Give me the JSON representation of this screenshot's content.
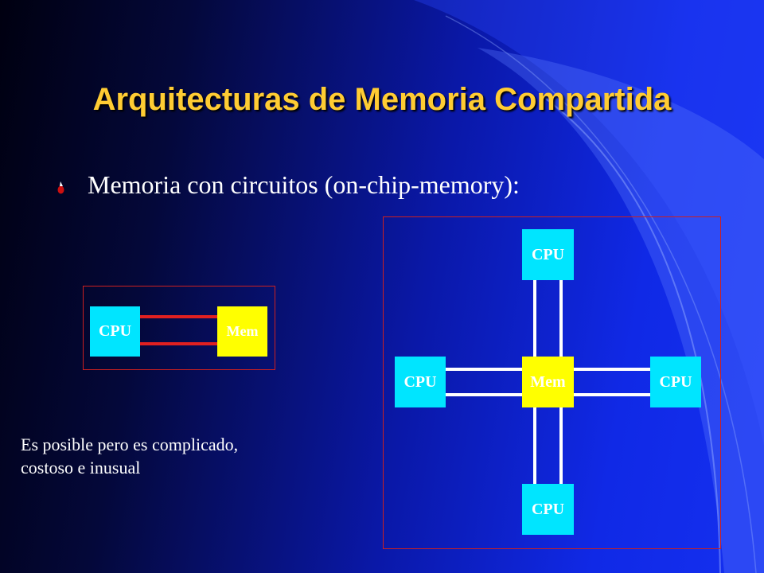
{
  "slide": {
    "title": "Arquitecturas de Memoria Compartida",
    "bullet": "Memoria con circuitos (on-chip-memory):",
    "note_line1": "Es posible pero es complicado,",
    "note_line2": "costoso e inusual"
  },
  "small_diagram": {
    "cpu_label": "CPU",
    "mem_label": "Mem"
  },
  "large_diagram": {
    "top_cpu_label": "CPU",
    "left_cpu_label": "CPU",
    "center_mem_label": "Mem",
    "right_cpu_label": "CPU",
    "bottom_cpu_label": "CPU"
  },
  "colors": {
    "title": "#ffcc33",
    "cpu_box": "#00e5ff",
    "mem_box": "#ffff00",
    "link_small": "#e02020",
    "link_large": "#ffffff",
    "frame": "#cc2020"
  },
  "icons": {
    "bullet": "red-bullet-icon"
  }
}
